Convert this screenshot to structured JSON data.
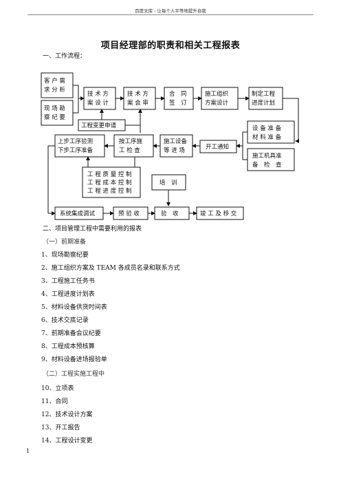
{
  "header": {
    "text": "百度文库 - 让每个人平等地提升自我"
  },
  "title": "项目经理部的职责和相关工程报表",
  "section1": "一、工作流程：",
  "flow": {
    "customer_needs": [
      "客 户 需",
      "求 分 析"
    ],
    "site_survey": [
      "现 场 勘",
      "察 纪 要"
    ],
    "tech_design": [
      "技 术 方",
      "案 设 计"
    ],
    "tech_meeting": [
      "技 术 方",
      "案 会 审"
    ],
    "contract": [
      "合　同",
      "签　订"
    ],
    "construction_org": [
      "施工组织",
      "方案设计"
    ],
    "schedule_plan": [
      "制定工程",
      "进度计划"
    ],
    "change_request": "工程变更申请",
    "step_acceptance": [
      "上步工序验测",
      "下步工序准备"
    ],
    "process_check": [
      "按工序施",
      "工 检 查"
    ],
    "equipment_arrival": [
      "施工设备",
      "等 进 场"
    ],
    "start_notice": "开工通知",
    "equipment_prep": [
      "设 备 准 备",
      "材 料 准 备"
    ],
    "machinery_prep": [
      "施工机具准",
      "备　检　查"
    ],
    "controls": [
      "工 程 质 量 控 制",
      "工 程 成 本 控 制",
      "工 程 进 度 控 制"
    ],
    "training": "培　训",
    "system_debug": "系统集成调试",
    "pre_acceptance": "预 验 收",
    "acceptance": "验　收",
    "handover": "竣 工 及 移 交"
  },
  "section2": "二、项目管理工程中需要利用的报表",
  "sub1": "（一）前期准备",
  "list1": [
    "1、现场勘察纪要",
    "2、施工组织方案及 TEAM 各成员名录和联系方式",
    "3、工程施工任务书",
    "4、工程进度计划表",
    "5、材料设备供货时间表",
    "6、技术交底记录",
    "7、前期准备会议纪要",
    "8、工程成本预核算",
    "9、材料设备进场报验单"
  ],
  "sub2": "（二）工程实施工程中",
  "list2": [
    "10、立项表",
    "11、合同",
    "12、技术设计方案",
    "13、开工报告",
    "14、工程设计变更"
  ],
  "page_number": "1"
}
